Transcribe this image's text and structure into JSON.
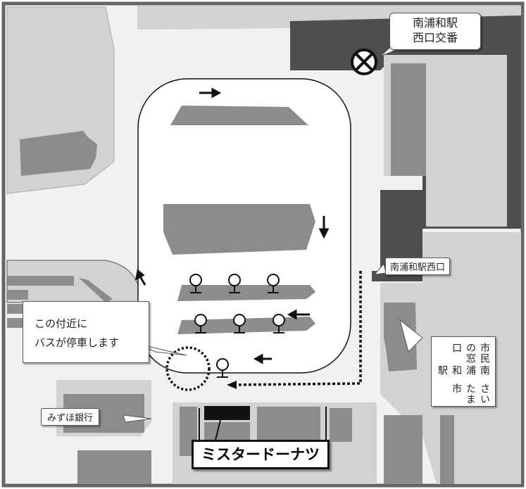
{
  "labels": {
    "police_box": [
      "南浦和駅",
      "西口交番"
    ],
    "station_west_exit": "南浦和駅西口",
    "bus_stop_note": [
      "この付近に",
      "バスが停車します"
    ],
    "bank": "みずほ銀行",
    "city_office": [
      "さいたま市",
      "南浦和駅",
      "市民の窓口"
    ],
    "donut_shop": "ミスタードーナツ"
  },
  "icons": [
    "police-box-icon",
    "bus-stop-icon",
    "direction-arrow-icon"
  ],
  "colors": {
    "road": "#f0f1f2",
    "block": "#d2d2d2",
    "building": "#8c8c8c",
    "station": "#4e4e4e",
    "frame": "#666666"
  }
}
